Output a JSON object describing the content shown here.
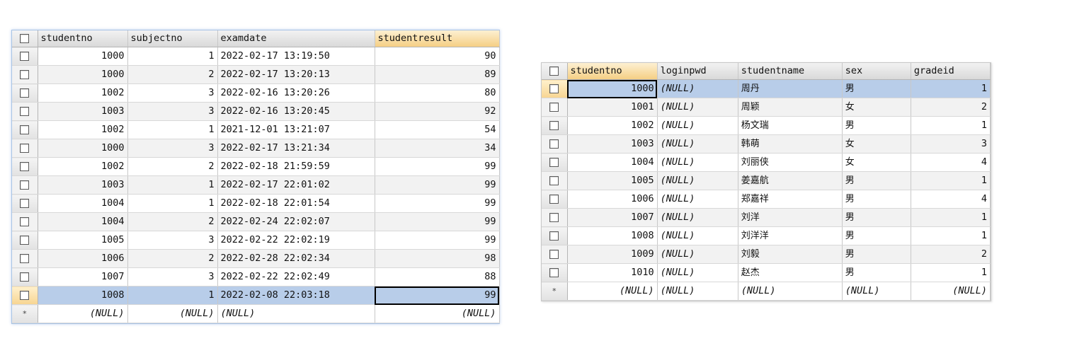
{
  "result_grid": {
    "columns": [
      "studentno",
      "subjectno",
      "examdate",
      "studentresult"
    ],
    "rows": [
      [
        "1000",
        "1",
        "2022-02-17 13:19:50",
        "90"
      ],
      [
        "1000",
        "2",
        "2022-02-17 13:20:13",
        "89"
      ],
      [
        "1002",
        "3",
        "2022-02-16 13:20:26",
        "80"
      ],
      [
        "1003",
        "3",
        "2022-02-16 13:20:45",
        "92"
      ],
      [
        "1002",
        "1",
        "2021-12-01 13:21:07",
        "54"
      ],
      [
        "1000",
        "3",
        "2022-02-17 13:21:34",
        "34"
      ],
      [
        "1002",
        "2",
        "2022-02-18 21:59:59",
        "99"
      ],
      [
        "1003",
        "1",
        "2022-02-17 22:01:02",
        "99"
      ],
      [
        "1004",
        "1",
        "2022-02-18 22:01:54",
        "99"
      ],
      [
        "1004",
        "2",
        "2022-02-24 22:02:07",
        "99"
      ],
      [
        "1005",
        "3",
        "2022-02-22 22:02:19",
        "99"
      ],
      [
        "1006",
        "2",
        "2022-02-28 22:02:34",
        "98"
      ],
      [
        "1007",
        "3",
        "2022-02-22 22:02:49",
        "88"
      ],
      [
        "1008",
        "1",
        "2022-02-08 22:03:18",
        "99"
      ]
    ],
    "new_row": [
      "(NULL)",
      "(NULL)",
      "(NULL)",
      "(NULL)"
    ],
    "new_row_marker": "*"
  },
  "student_grid": {
    "columns": [
      "studentno",
      "loginpwd",
      "studentname",
      "sex",
      "gradeid"
    ],
    "rows": [
      [
        "1000",
        "(NULL)",
        "周丹",
        "男",
        "1"
      ],
      [
        "1001",
        "(NULL)",
        "周颖",
        "女",
        "2"
      ],
      [
        "1002",
        "(NULL)",
        "杨文瑞",
        "男",
        "1"
      ],
      [
        "1003",
        "(NULL)",
        "韩萌",
        "女",
        "3"
      ],
      [
        "1004",
        "(NULL)",
        "刘丽侠",
        "女",
        "4"
      ],
      [
        "1005",
        "(NULL)",
        "姜嘉航",
        "男",
        "1"
      ],
      [
        "1006",
        "(NULL)",
        "郑嘉祥",
        "男",
        "4"
      ],
      [
        "1007",
        "(NULL)",
        "刘洋",
        "男",
        "1"
      ],
      [
        "1008",
        "(NULL)",
        "刘洋洋",
        "男",
        "1"
      ],
      [
        "1009",
        "(NULL)",
        "刘毅",
        "男",
        "2"
      ],
      [
        "1010",
        "(NULL)",
        "赵杰",
        "男",
        "1"
      ]
    ],
    "new_row": [
      "(NULL)",
      "(NULL)",
      "(NULL)",
      "(NULL)",
      "(NULL)"
    ],
    "new_row_marker": "*"
  }
}
